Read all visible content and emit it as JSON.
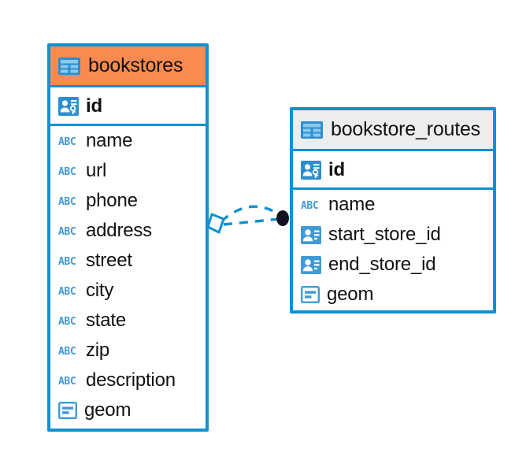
{
  "diagram": {
    "type": "entity-relationship-diagram",
    "background_color": "#ffffff",
    "accent_color": "#1190d2",
    "highlight_color": "#f98b50",
    "header_gray": "#ededed"
  },
  "entities": [
    {
      "name": "bookstores",
      "header_style": "accent-orange",
      "fields": [
        {
          "label": "id",
          "icon": "primary-key-icon",
          "key": true
        },
        {
          "label": "name",
          "icon": "abc-text-icon",
          "key": false
        },
        {
          "label": "url",
          "icon": "abc-text-icon",
          "key": false
        },
        {
          "label": "phone",
          "icon": "abc-text-icon",
          "key": false
        },
        {
          "label": "address",
          "icon": "abc-text-icon",
          "key": false
        },
        {
          "label": "street",
          "icon": "abc-text-icon",
          "key": false
        },
        {
          "label": "city",
          "icon": "abc-text-icon",
          "key": false
        },
        {
          "label": "state",
          "icon": "abc-text-icon",
          "key": false
        },
        {
          "label": "zip",
          "icon": "abc-text-icon",
          "key": false
        },
        {
          "label": "description",
          "icon": "abc-text-icon",
          "key": false
        },
        {
          "label": "geom",
          "icon": "geometry-icon",
          "key": false
        }
      ]
    },
    {
      "name": "bookstore_routes",
      "header_style": "accent-gray",
      "fields": [
        {
          "label": "id",
          "icon": "primary-key-icon",
          "key": true
        },
        {
          "label": "name",
          "icon": "abc-text-icon",
          "key": false
        },
        {
          "label": "start_store_id",
          "icon": "foreign-key-icon",
          "key": false
        },
        {
          "label": "end_store_id",
          "icon": "foreign-key-icon",
          "key": false
        },
        {
          "label": "geom",
          "icon": "geometry-icon",
          "key": false
        }
      ]
    }
  ],
  "relationship": {
    "from_entity": "bookstores",
    "to_entity": "bookstore_routes",
    "line_style": "dashed",
    "line_color": "#1190d2",
    "source_marker": "diamond-marker",
    "target_marker": "filled-circle-marker",
    "target_marker_color": "#111122"
  }
}
